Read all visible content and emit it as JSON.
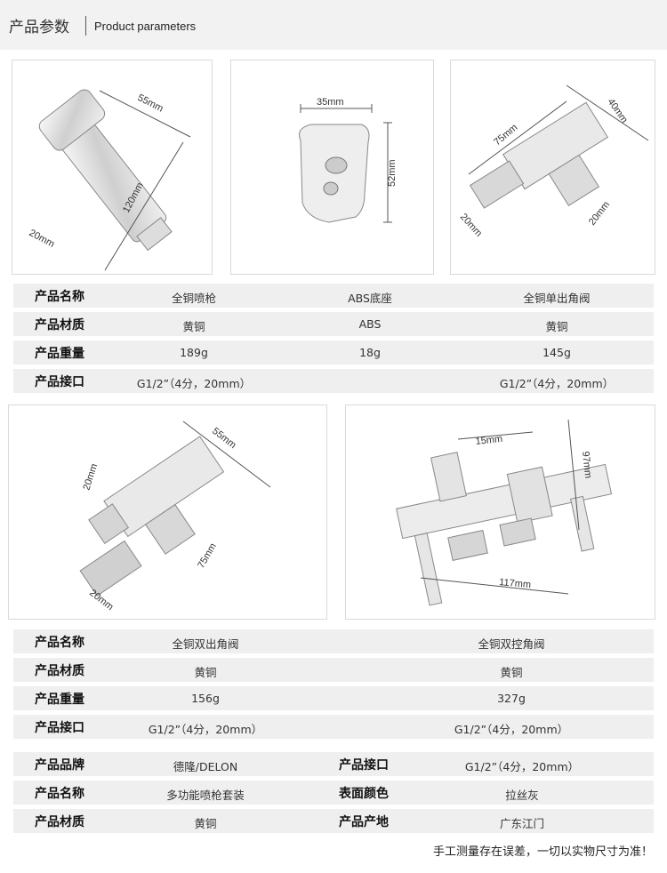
{
  "header": {
    "title_cn": "产品参数",
    "title_en": "Product parameters"
  },
  "panels": {
    "spray_gun": {
      "dims": [
        "55mm",
        "120mm",
        "20mm"
      ],
      "icon": "spray-gun-drawing"
    },
    "abs_base": {
      "dims": [
        "35mm",
        "52mm"
      ],
      "icon": "holder-drawing"
    },
    "single_valve": {
      "dims": [
        "40mm",
        "75mm",
        "20mm",
        "20mm"
      ],
      "icon": "angle-valve-drawing"
    },
    "double_outlet_valve": {
      "dims": [
        "55mm",
        "20mm",
        "75mm",
        "20mm"
      ],
      "icon": "double-outlet-valve-drawing"
    },
    "double_control_valve": {
      "dims": [
        "15mm",
        "97mm",
        "117mm"
      ],
      "icon": "double-control-valve-drawing"
    }
  },
  "table1": {
    "rows": [
      {
        "label": "产品名称",
        "cells": [
          "全铜喷枪",
          "ABS底座",
          "全铜单出角阀"
        ]
      },
      {
        "label": "产品材质",
        "cells": [
          "黄铜",
          "ABS",
          "黄铜"
        ]
      },
      {
        "label": "产品重量",
        "cells": [
          "189g",
          "18g",
          "145g"
        ]
      },
      {
        "label": "产品接口",
        "cells": [
          "G1/2”（4分，20mm）",
          "",
          "G1/2”（4分，20mm）"
        ]
      }
    ]
  },
  "table2": {
    "rows": [
      {
        "label": "产品名称",
        "cells": [
          "全铜双出角阀",
          "全铜双控角阀"
        ]
      },
      {
        "label": "产品材质",
        "cells": [
          "黄铜",
          "黄铜"
        ]
      },
      {
        "label": "产品重量",
        "cells": [
          "156g",
          "327g"
        ]
      },
      {
        "label": "产品接口",
        "cells": [
          "G1/2”（4分，20mm）",
          "G1/2”（4分，20mm）"
        ]
      }
    ]
  },
  "table3": {
    "rows": [
      {
        "label": "产品品牌",
        "value": "德隆/DELON",
        "label2": "产品接口",
        "value2": "G1/2”（4分，20mm）"
      },
      {
        "label": "产品名称",
        "value": "多功能喷枪套装",
        "label2": "表面颜色",
        "value2": "拉丝灰"
      },
      {
        "label": "产品材质",
        "value": "黄铜",
        "label2": "产品产地",
        "value2": "广东江门"
      }
    ]
  },
  "footnote": "手工测量存在误差，一切以实物尺寸为准！"
}
